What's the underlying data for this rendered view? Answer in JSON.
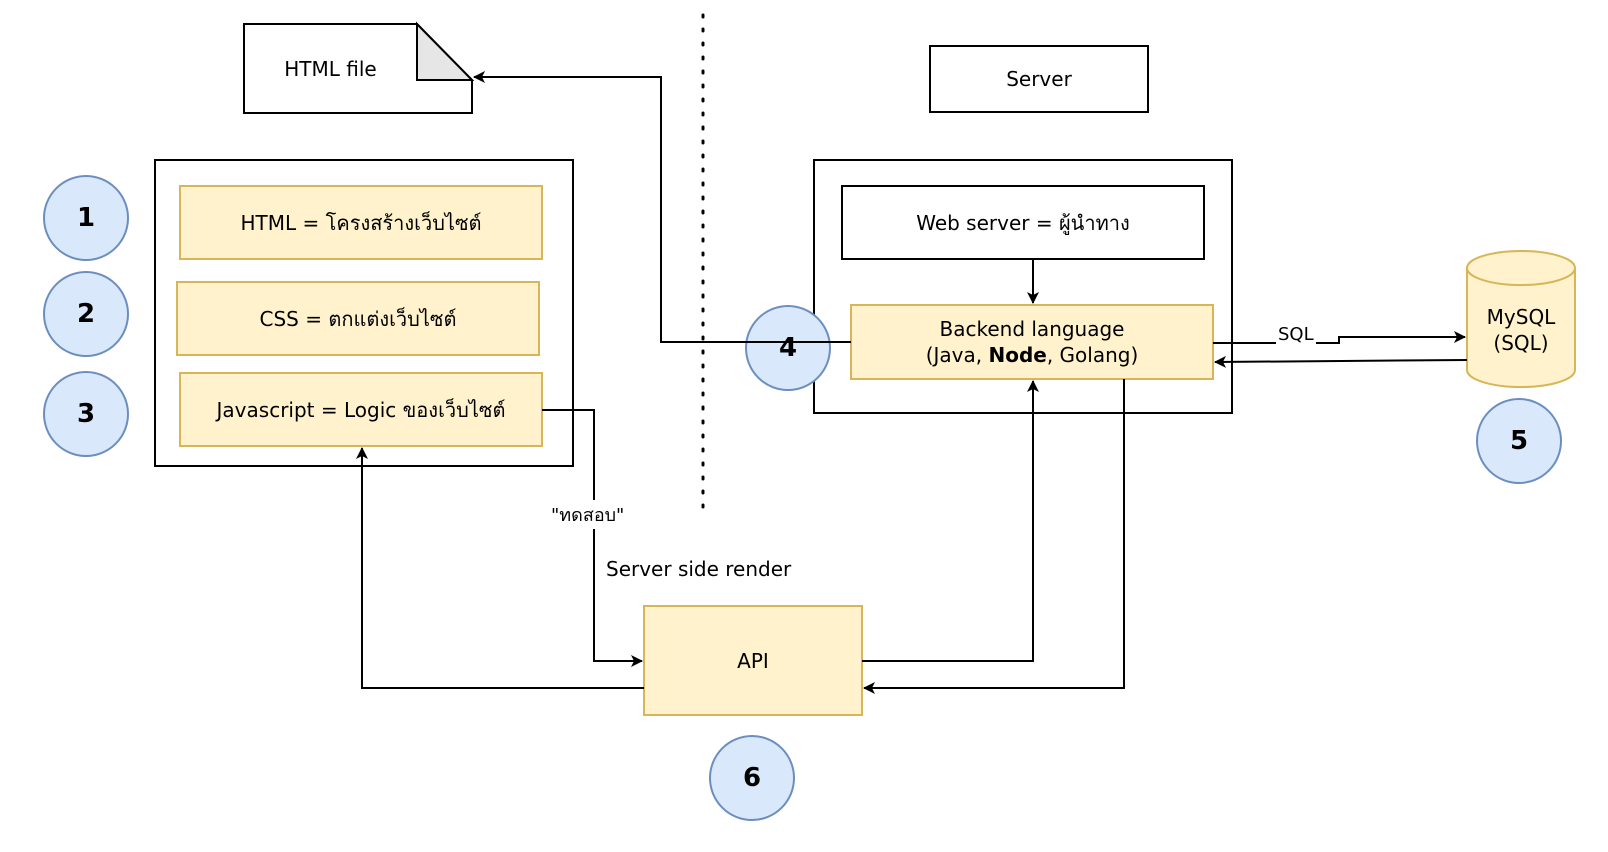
{
  "labels": {
    "html_file": "HTML file",
    "server": "Server",
    "html_row": "HTML = โครงสร้างเว็บไซต์",
    "css_row": "CSS = ตกแต่งเว็บไซต์",
    "js_row": "Javascript = Logic ของเว็บไซต์",
    "web_server": "Web server = ผู้นำทาง",
    "backend_line1": "Backend language",
    "backend_open": "(Java, ",
    "backend_bold": "Node",
    "backend_close": ", Golang)",
    "mysql_line1": "MySQL",
    "mysql_line2": "(SQL)",
    "sql_edge": "SQL",
    "test_edge": "\"ทดสอบ\"",
    "ssr": "Server side render",
    "api": "API"
  },
  "markers": {
    "n1": "1",
    "n2": "2",
    "n3": "3",
    "n4": "4",
    "n5": "5",
    "n6": "6"
  },
  "colors": {
    "yellow_fill": "#fff2cc",
    "yellow_stroke": "#d6b656",
    "blue_fill": "#dae8fc",
    "blue_stroke": "#6c8ebf",
    "page_fold": "#e6e6e6",
    "line": "#000000"
  }
}
